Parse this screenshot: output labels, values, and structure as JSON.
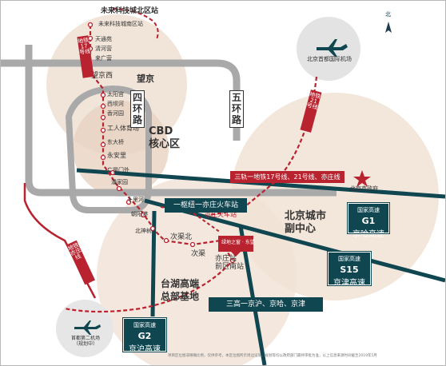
{
  "compass": {
    "label": "北"
  },
  "places": {
    "future_north": "未来科技城北区站",
    "future_south": "未来科技城南区站",
    "tiantong": "天通苑",
    "lishuiqiao": "清河营",
    "laiguangying": "来广营",
    "wangjing_west": "望京西",
    "wangjing": "望京",
    "taiyanggong": "太阳宫",
    "xibahe": "西坝河",
    "xiangheyuan": "香河园",
    "gongti": "工人体育场",
    "dongdaqiao": "东大桥",
    "yonganli": "永安里",
    "guangqumennei": "广渠门外",
    "panjiayuan": "潘家园",
    "shilihe": "十里河",
    "chaoyanggang": "朝阳港",
    "beishenshu": "北神树",
    "ciqubei": "次渠北",
    "ciqu": "次渠",
    "yizhuang_front": "亦庄站\n前区南站",
    "cbd": "CBD\n核心区",
    "beijing_sub": "北京城市\n副中心",
    "taihu": "台湖高端\n总部基地",
    "gov": "北京市政府",
    "project_label": "绿地之窗 · 东望",
    "yizhuang_rail": "亦庄火车站"
  },
  "ring_roads": {
    "fourth": "四环路",
    "fifth": "五环路"
  },
  "metro_labels": {
    "line17": "地铁17号线",
    "line21": "地铁21号线",
    "yizhuang_line": "地铁亦庄线"
  },
  "airports": {
    "capital": "北京首都国际机场",
    "daxing": "首都第二机场\n（规划中）"
  },
  "banners": {
    "transit": "三轨一地铁17号线、21号线、亦庄线",
    "hub": "一枢纽一亦庄火车站",
    "highways": "三高一京沪、京哈、京津"
  },
  "highways": [
    {
      "name_cn": "国家高速",
      "code": "G1",
      "name": "京哈高速"
    },
    {
      "name_cn": "国家高速",
      "code": "S15",
      "name": "京津高速"
    },
    {
      "name_cn": "国家高速",
      "code": "G2",
      "name": "京沪高速"
    }
  ],
  "footnote": "项目区位图非精确比例，仅供参考，本区位图所示周边设施、规划等均以政府部门最终审批为准，以上信息来源时间截至2019年5月",
  "colors": {
    "red": "#b8232f",
    "teal": "#0f4650",
    "ring": "#a9a9a9",
    "circle": "#e7cfc0"
  }
}
